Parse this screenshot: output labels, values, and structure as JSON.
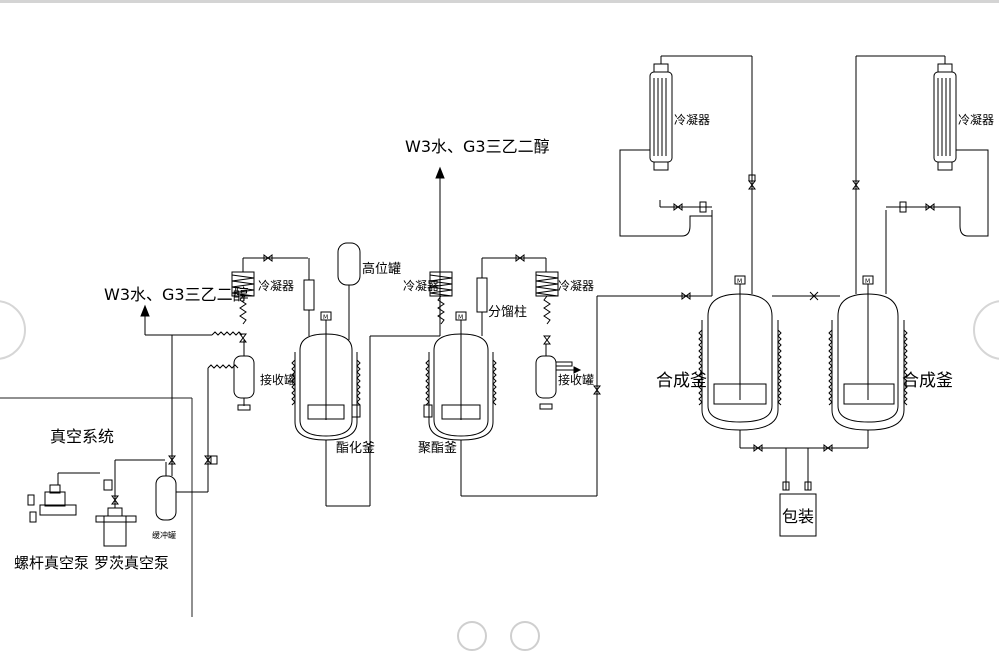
{
  "labels": {
    "emission_left": "W3水、G3三乙二醇",
    "emission_center": "W3水、G3三乙二醇",
    "vacuum_system": "真空系统",
    "screw_pump": "螺杆真空泵",
    "roots_pump": "罗茨真空泵",
    "buffer_tank": "缓冲罐",
    "condenser": "冷凝器",
    "receiver": "接收罐",
    "high_tank": "高位罐",
    "esterification": "酯化釜",
    "fractionating": "分馏柱",
    "polyester": "聚酯釜",
    "synthesis": "合成釜",
    "packaging": "包装",
    "motor": "M"
  },
  "colors": {
    "line": "#000000",
    "frame": "#222222",
    "nav": "#d6d6d6"
  }
}
